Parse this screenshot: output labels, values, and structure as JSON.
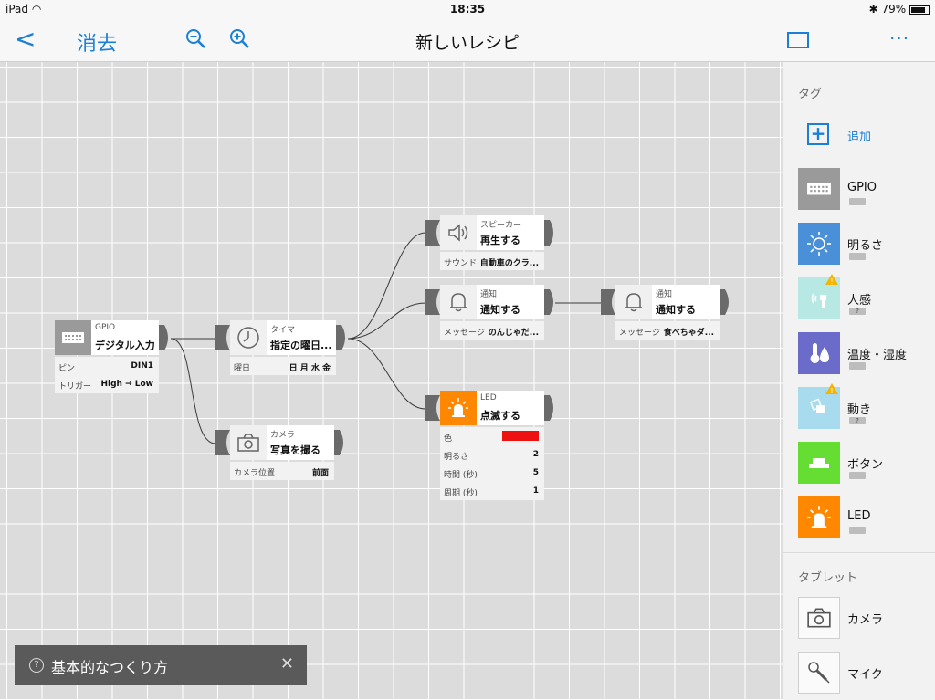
{
  "status": {
    "device": "iPad",
    "time": "18:35",
    "battery": "79%"
  },
  "nav": {
    "back_label": "<",
    "delete_label": "消去",
    "title": "新しいレシピ",
    "more_label": "···"
  },
  "nodes": {
    "gpio": {
      "type": "GPIO",
      "action": "デジタル入力",
      "params": [
        {
          "k": "ピン",
          "v": "DIN1"
        },
        {
          "k": "トリガー",
          "v": "High → Low"
        }
      ]
    },
    "timer": {
      "type": "タイマー",
      "action": "指定の曜日...",
      "params": [
        {
          "k": "曜日",
          "v": "日 月 水 金"
        }
      ]
    },
    "camera": {
      "type": "カメラ",
      "action": "写真を撮る",
      "params": [
        {
          "k": "カメラ位置",
          "v": "前面"
        }
      ]
    },
    "speaker": {
      "type": "スピーカー",
      "action": "再生する",
      "params": [
        {
          "k": "サウンド",
          "v": "自動車のクラ..."
        }
      ]
    },
    "notify1": {
      "type": "通知",
      "action": "通知する",
      "params": [
        {
          "k": "メッセージ",
          "v": "のんじゃだ..."
        }
      ]
    },
    "notify2": {
      "type": "通知",
      "action": "通知する",
      "params": [
        {
          "k": "メッセージ",
          "v": "食べちゃダ..."
        }
      ]
    },
    "led": {
      "type": "LED",
      "action": "点滅する",
      "color_label": "色",
      "color": "#ee1111",
      "params": [
        {
          "k": "明るさ",
          "v": "2"
        },
        {
          "k": "時間 (秒)",
          "v": "5"
        },
        {
          "k": "周期 (秒)",
          "v": "1"
        }
      ]
    }
  },
  "sidebar": {
    "tags_header": "タグ",
    "add_label": "追加",
    "tags": [
      {
        "label": "GPIO",
        "color": "#9a9a9a",
        "icon": "gpio-icon",
        "badge": ""
      },
      {
        "label": "明るさ",
        "color": "#4a90d9",
        "icon": "brightness-icon",
        "badge": ""
      },
      {
        "label": "人感",
        "color": "#b7e8e4",
        "icon": "motion-sensor-icon",
        "badge": "?"
      },
      {
        "label": "温度・湿度",
        "color": "#6b6bc9",
        "icon": "thermometer-icon",
        "badge": ""
      },
      {
        "label": "動き",
        "color": "#a9dbee",
        "icon": "movement-icon",
        "badge": "?"
      },
      {
        "label": "ボタン",
        "color": "#66dd33",
        "icon": "button-icon",
        "badge": ""
      },
      {
        "label": "LED",
        "color": "#ff8800",
        "icon": "led-icon",
        "badge": ""
      }
    ],
    "tablet_header": "タブレット",
    "tablet": [
      {
        "label": "カメラ",
        "icon": "camera-icon"
      },
      {
        "label": "マイク",
        "icon": "microphone-icon"
      }
    ]
  },
  "toast": {
    "text": "基本的なつくり方"
  }
}
